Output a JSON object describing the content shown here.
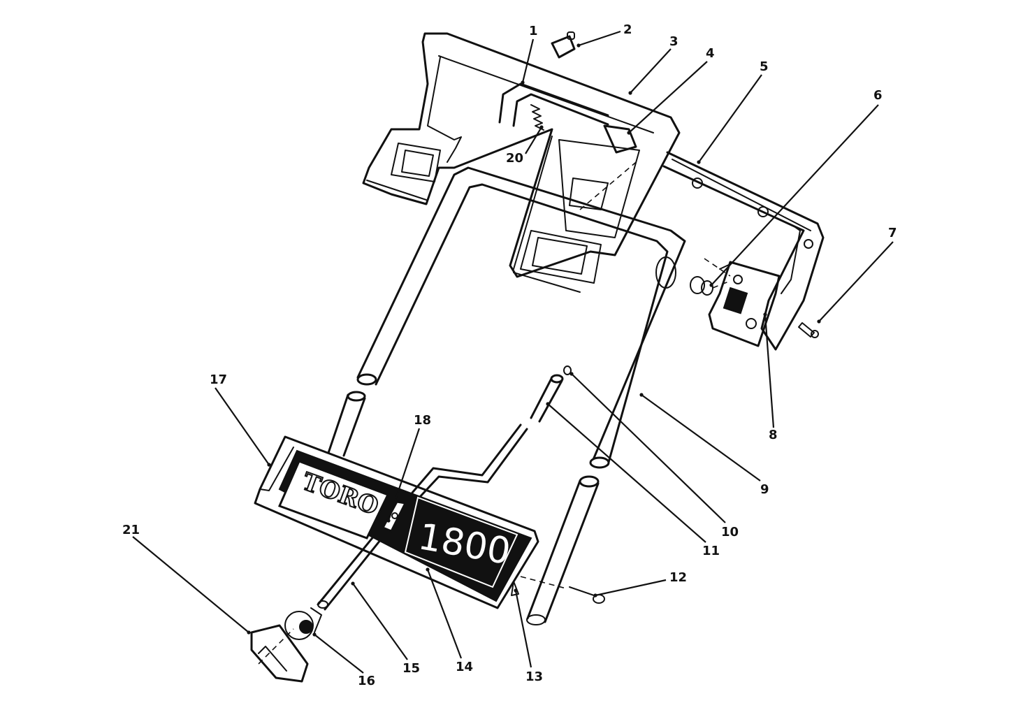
{
  "diagram": {
    "brand_text": "TORO",
    "model_text": "1800",
    "callouts": [
      {
        "id": "1",
        "label": "1"
      },
      {
        "id": "2",
        "label": "2"
      },
      {
        "id": "3",
        "label": "3"
      },
      {
        "id": "4",
        "label": "4"
      },
      {
        "id": "5",
        "label": "5"
      },
      {
        "id": "6",
        "label": "6"
      },
      {
        "id": "7",
        "label": "7"
      },
      {
        "id": "8",
        "label": "8"
      },
      {
        "id": "9",
        "label": "9"
      },
      {
        "id": "10",
        "label": "10"
      },
      {
        "id": "11",
        "label": "11"
      },
      {
        "id": "12",
        "label": "12"
      },
      {
        "id": "13",
        "label": "13"
      },
      {
        "id": "14",
        "label": "14"
      },
      {
        "id": "15",
        "label": "15"
      },
      {
        "id": "16",
        "label": "16"
      },
      {
        "id": "17",
        "label": "17"
      },
      {
        "id": "18",
        "label": "18"
      },
      {
        "id": "20",
        "label": "20"
      },
      {
        "id": "21",
        "label": "21"
      }
    ]
  }
}
